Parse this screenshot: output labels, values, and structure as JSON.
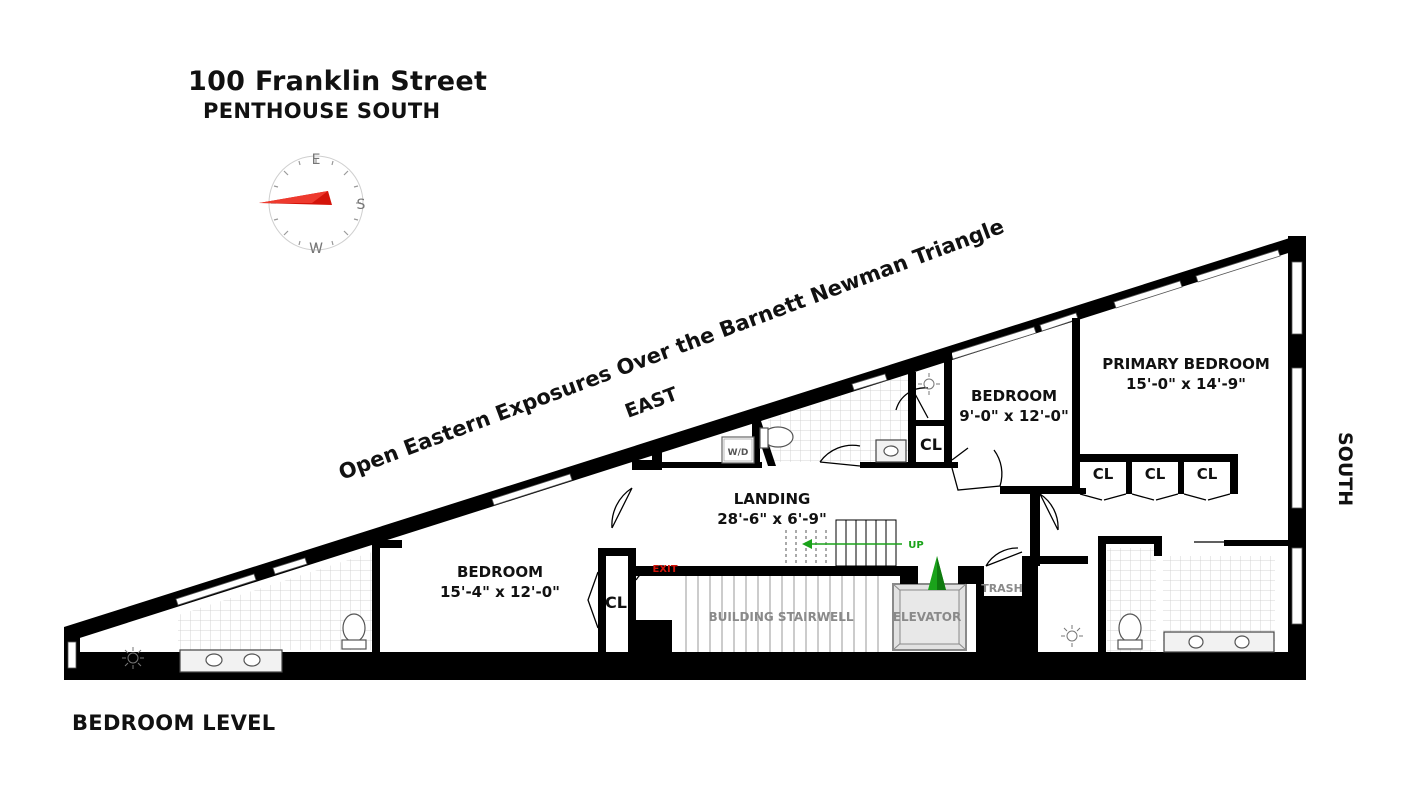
{
  "header": {
    "address": "100 Franklin Street",
    "unit": "PENTHOUSE SOUTH"
  },
  "compass": {
    "north_label": "E",
    "east_label": "S",
    "south_label": "W",
    "needle_color": "#d4140a"
  },
  "exposure": {
    "headline": "Open Eastern Exposures Over the Barnett Newman Triangle",
    "direction": "EAST"
  },
  "side_label": "SOUTH",
  "level_label": "BEDROOM LEVEL",
  "rooms": {
    "primary_bedroom": {
      "name": "PRIMARY BEDROOM",
      "dims": "15'-0\" x 14'-9\""
    },
    "bedroom_small": {
      "name": "BEDROOM",
      "dims": "9'-0\" x 12'-0\""
    },
    "bedroom_large": {
      "name": "BEDROOM",
      "dims": "15'-4\" x 12'-0\""
    },
    "landing": {
      "name": "LANDING",
      "dims": "28'-6\" x 6'-9\""
    }
  },
  "fixtures": {
    "closet": "CL",
    "washer_dryer": "W/D",
    "stair_up": "UP",
    "exit": "EXIT",
    "stairwell": "BUILDING STAIRWELL",
    "elevator": "ELEVATOR",
    "trash": "TRASH"
  },
  "colors": {
    "wall": "#000000",
    "exit_text": "#d4140a",
    "up_arrow": "#1aa31a",
    "elevator_arrow": "#1aa31a",
    "fixture_gray": "#8a8a8a"
  }
}
